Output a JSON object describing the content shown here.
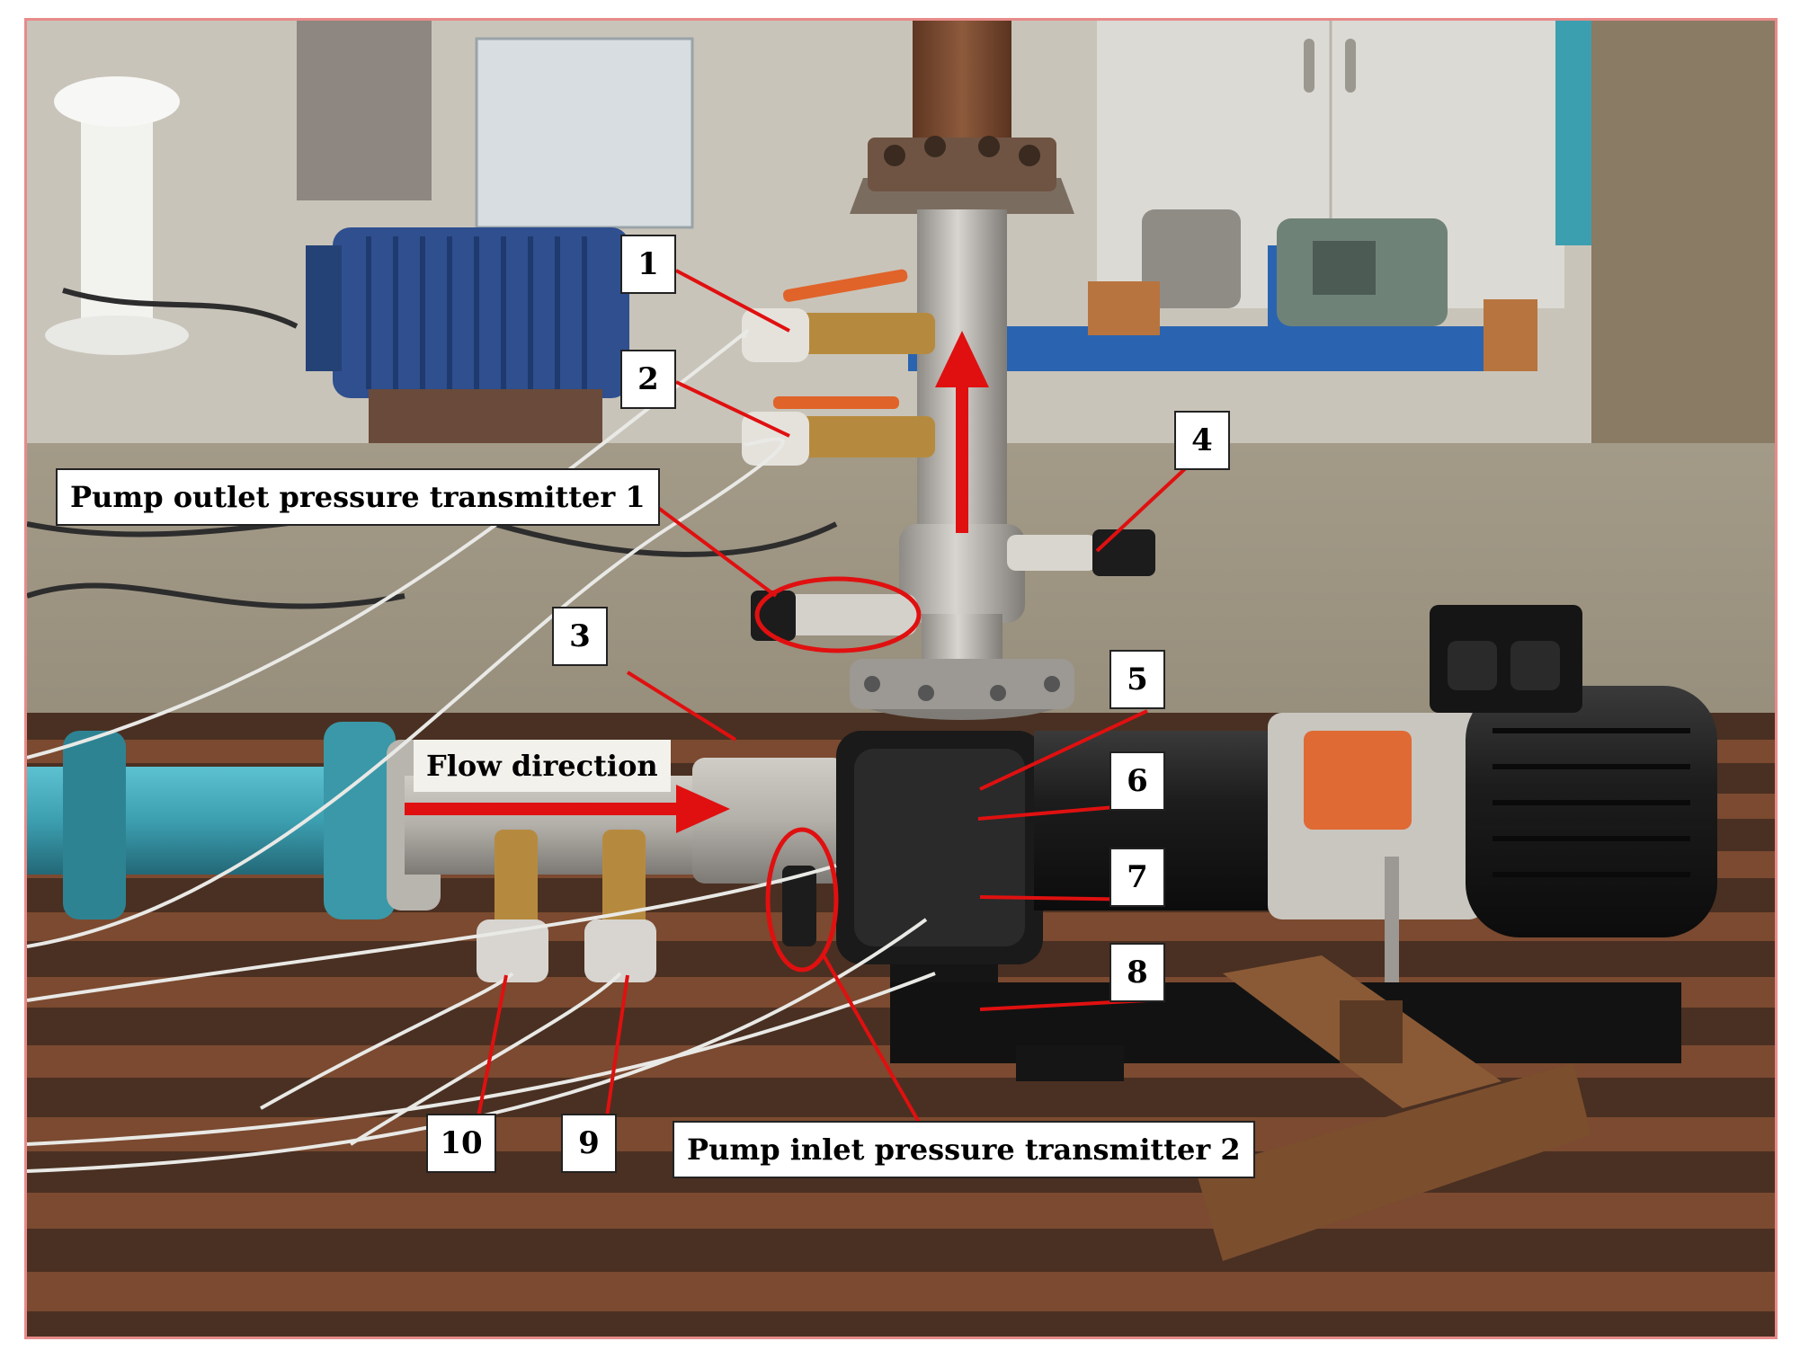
{
  "labels": {
    "outlet_transmitter": "Pump outlet pressure transmitter 1",
    "inlet_transmitter": "Pump inlet pressure transmitter 2",
    "flow_direction": "Flow direction"
  },
  "numbers": {
    "n1": "1",
    "n2": "2",
    "n3": "3",
    "n4": "4",
    "n5": "5",
    "n6": "6",
    "n7": "7",
    "n8": "8",
    "n9": "9",
    "n10": "10"
  },
  "colors": {
    "annotation_red": "#e01010",
    "frame": "#e88a8a",
    "pipe_steel": "#b8b4ae",
    "pipe_teal": "#3c9fb0",
    "motor_black": "#1a1a1a",
    "motor_blue": "#2f4f8f",
    "rust": "#7a4a2e"
  }
}
